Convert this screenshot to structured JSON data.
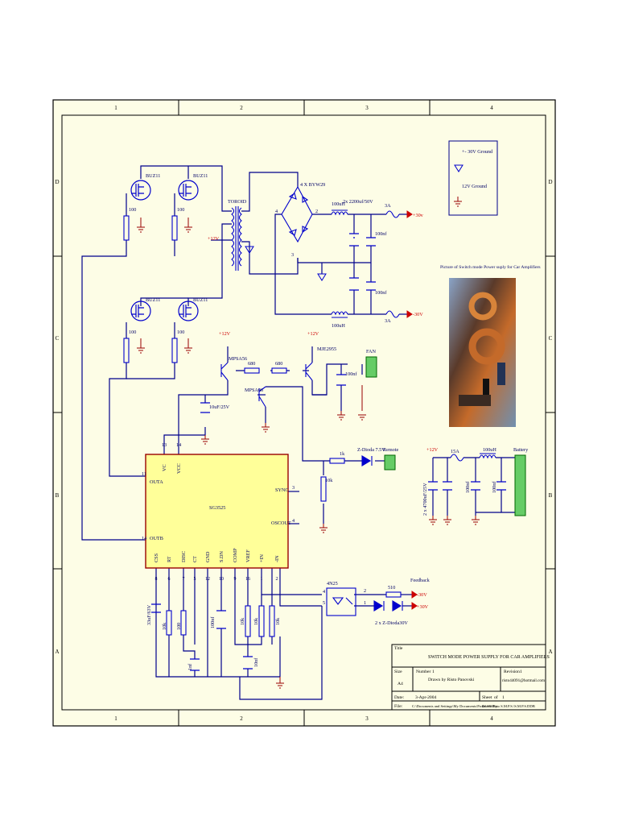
{
  "colors": {
    "paper": "#fdfde6",
    "border": "#000000",
    "wire": "#00008b",
    "part": "#0000cc",
    "label": "#000066",
    "power": "#cc0000",
    "ground": "#990000",
    "ic_fill": "#ffff99",
    "ic_border": "#990000",
    "connector": "#66cc66"
  },
  "frame": {
    "columns": [
      "1",
      "2",
      "3",
      "4"
    ],
    "rows": [
      "D",
      "C",
      "B",
      "A"
    ]
  },
  "legend": {
    "ground_30v": "+- 30V Ground",
    "ground_12v": "12V Ground"
  },
  "photo_caption": "Picture of Switch mode Power suply for Car Amplifiers",
  "labels": {
    "buz_1": "BUZ11",
    "buz_2": "BUZ11",
    "buz_3": "BUZ11",
    "buz_4": "BUZ11",
    "r100_1": "100",
    "r100_2": "100",
    "r100_3": "100",
    "r100_4": "100",
    "toroid": "TOROID",
    "bridge": "4 X BYW29",
    "p12v_toroid": "+12V",
    "bridge_pin4": "4",
    "bridge_pin2": "2",
    "bridge_pin3": "3",
    "ind_top": "100uH",
    "caps_top": "2x 2200uf/50V",
    "nf_top": "100nf",
    "nf_bot": "100nf",
    "ind_bot": "100uH",
    "fuse_top": "3A",
    "fuse_bot": "3A",
    "out_p30": "+30v",
    "out_m30": "-30V",
    "p12v_a": "+12V",
    "p12v_b": "+12V",
    "mpsa56": "MPSA56",
    "mje2955": "MJE2955",
    "r680_1": "680",
    "r680_2": "680",
    "mpsa06": "MPSA06",
    "fan": "FAN",
    "fan_cap": "100nf",
    "cap_10uf": "10uF/25V",
    "pin13": "13",
    "pin14_vcc": "14",
    "vc": "VC",
    "vcc": "VCC",
    "outa": "OUTA",
    "outb": "OUTB",
    "pin11": "11",
    "pin14": "14",
    "ic_name": "SG3525",
    "sync": "SYNC",
    "osc": "OSCOUT",
    "pin3": "3",
    "pin4": "4",
    "r1k": "1k",
    "zener": "Z-Dioda 7.5V",
    "remote": "Remote",
    "r10k": "10k",
    "p12v_batt": "+12V",
    "fuse_batt": "15A",
    "ind_batt": "100uH",
    "battery": "Battery",
    "caps_batt": "2 x 4700uF/25V",
    "nf_batt_1": "100nf",
    "nf_batt_2": "100nf",
    "ic_pins": [
      "CSS",
      "RT",
      "DISC",
      "CT",
      "GND",
      "S.DN",
      "COMP",
      "VREF",
      "+IN",
      "-IN"
    ],
    "ic_pin_nums": [
      "8",
      "6",
      "7",
      "5",
      "12",
      "10",
      "9",
      "16",
      "1",
      "2"
    ],
    "cap_33uf": "33uF/63V",
    "r10k_a": "10k",
    "r10k_b": "100",
    "cap_100nf_v": "100nf",
    "r10k_c": "10k",
    "r10k_d": "10k",
    "r10k_e": "10k",
    "cap_1nf": "1nf",
    "cap_10nf": "10nf",
    "opto": "4N25",
    "r510": "510",
    "feedback": "Feedback",
    "fb_m30": "-30V",
    "fb_p30": "+30V",
    "zener2": "2 x Z-Dioda30V",
    "opto_pin1": "1",
    "opto_pin2": "2",
    "opto_pin4": "4",
    "opto_pin5": "5"
  },
  "title_block": {
    "title_label": "Title",
    "title": "SWITCH MODE POWER SUPPLY FOR CAR AMPLIFIERS",
    "size_label": "Size",
    "size": "A4",
    "number_label": "Number",
    "number": "1",
    "drawn_by": "Drawn by Risto Panovski",
    "revision_label": "Revision",
    "revision": "1",
    "email": "risto44091@hotmail.com",
    "date_label": "Date:",
    "date": "3-Apr-2004",
    "sheet_label": "Sheet",
    "sheet_of": "of",
    "sheet_total": "1",
    "file_label": "File:",
    "file": "C:\\Documents and Settings\\My Documents\\Protel 99\\Risto S.M.P.S.\\S.M.P.S.DDB",
    "drawn_label": "Drawn By:"
  }
}
